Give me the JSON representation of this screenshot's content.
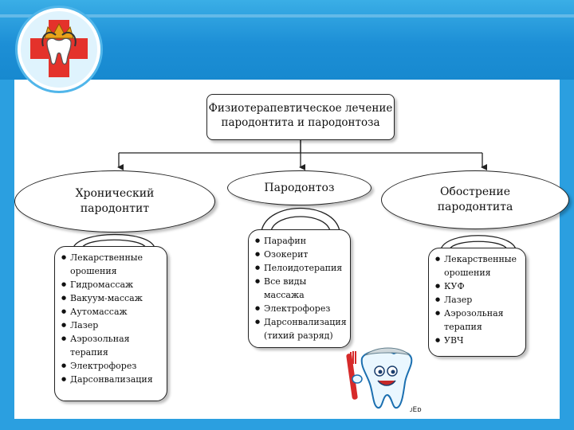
{
  "colors": {
    "band": "#1d8fd6",
    "logo_cross": "#e4322b",
    "crown": "#e8a21a"
  },
  "logo": {
    "icon": "dental-cross-crown-logo"
  },
  "diagram": {
    "title_line1": "Физиотерапевтическое лечение",
    "title_line2": "пародонтита и пародонтоза",
    "left": {
      "heading_line1": "Хронический",
      "heading_line2": "пародонтит",
      "items": [
        "Лекарственные орошения",
        "Гидромассаж",
        "Вакуум-массаж",
        "Аутомассаж",
        "Лазер",
        "Аэрозольная терапия",
        "Электрофорез",
        "Дарсонвализация"
      ]
    },
    "middle": {
      "heading": "Пародонтоз",
      "items": [
        "Парафин",
        "Озокерит",
        "Пелоидотерапия",
        "Все виды массажа",
        "Электрофорез",
        "Дарсонвализация (тихий разряд)"
      ]
    },
    "right": {
      "heading_line1": "Обострение",
      "heading_line2": "пародонтита",
      "items": [
        "Лекарственные орошения",
        "КУФ",
        "Лазер",
        "Аэрозольная терапия",
        "УВЧ"
      ]
    }
  },
  "mascot": {
    "icon": "tooth-with-toothbrush-mascot",
    "signature": "ᴊЕᴅ"
  }
}
